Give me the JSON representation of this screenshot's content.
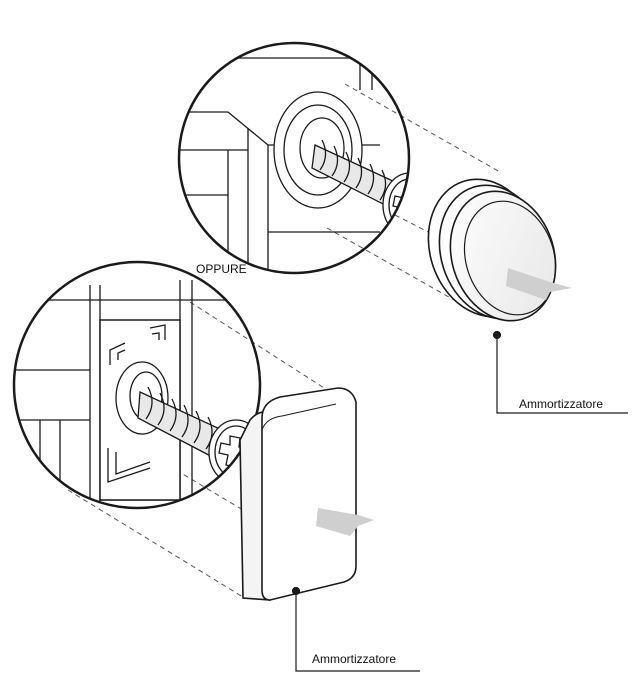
{
  "labels": {
    "oppure": "OPPURE",
    "bumper_round": "Ammortizzatore",
    "bumper_square": "Ammortizzatore"
  },
  "colors": {
    "line": "#1a1a1a",
    "dash": "#444444",
    "shade": "#bdbdbd",
    "paper": "#ffffff"
  }
}
